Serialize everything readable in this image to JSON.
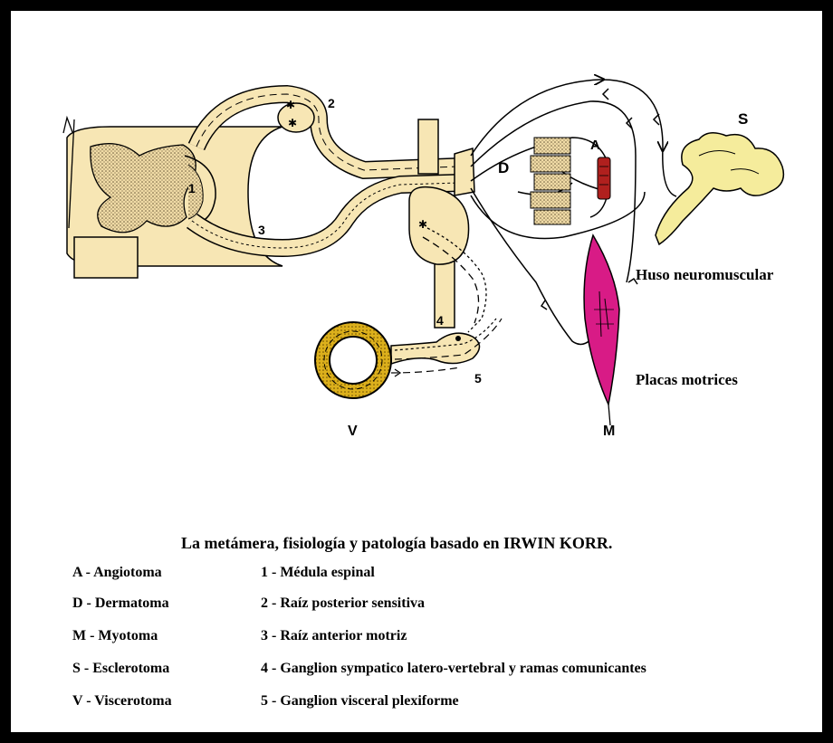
{
  "labels": {
    "s": "S",
    "a": "A",
    "d": "D",
    "m": "M",
    "v": "V",
    "n1": "1",
    "n2": "2",
    "n3": "3",
    "n4": "4",
    "n5": "5",
    "huso": "Huso neuromuscular",
    "placas": "Placas motrices"
  },
  "caption": "La metámera, fisiología y patología basado en IRWIN KORR.",
  "legend_left": [
    "A - Angiotoma",
    "D - Dermatoma",
    "M - Myotoma",
    "S - Esclerotoma",
    "V - Viscerotoma"
  ],
  "legend_right": [
    "1 - Médula espinal",
    "2 - Raíz posterior sensitiva",
    "3 - Raíz anterior motriz",
    "4 - Ganglion sympatico latero-vertebral y ramas comunicantes",
    "5 - Ganglion visceral plexiforme"
  ],
  "colors": {
    "tissue": "#f7e6b4",
    "vertebra": "#f5ec9c",
    "muscle": "#d81b86",
    "vessel": "#b0201e",
    "viscera": "#dcb01c",
    "frame": "#000000"
  }
}
